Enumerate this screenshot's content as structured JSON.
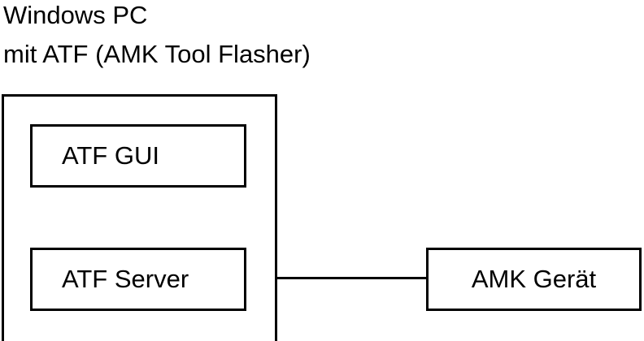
{
  "title": {
    "line1": "Windows PC",
    "line2": "mit ATF (AMK Tool Flasher)"
  },
  "nodes": {
    "gui": "ATF GUI",
    "server": "ATF Server",
    "device": "AMK Gerät"
  },
  "edges": [
    {
      "from": "server",
      "to": "device"
    }
  ]
}
